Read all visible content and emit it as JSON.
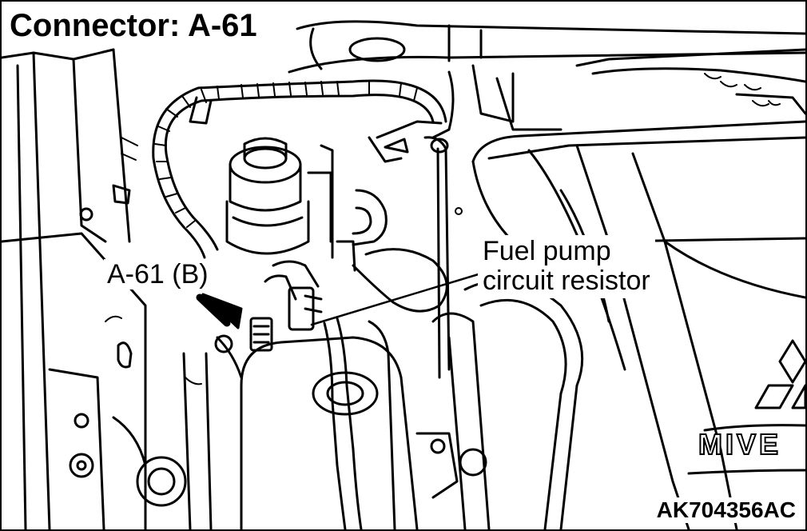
{
  "title": "Connector: A-61",
  "callouts": {
    "connector": "A-61 (B)",
    "component_line1": "Fuel pump",
    "component_line2": "circuit resistor"
  },
  "engine_cover_lettering": "MIVE",
  "figure_code": "AK704356AC",
  "colors": {
    "ink": "#000000",
    "paper": "#ffffff"
  }
}
